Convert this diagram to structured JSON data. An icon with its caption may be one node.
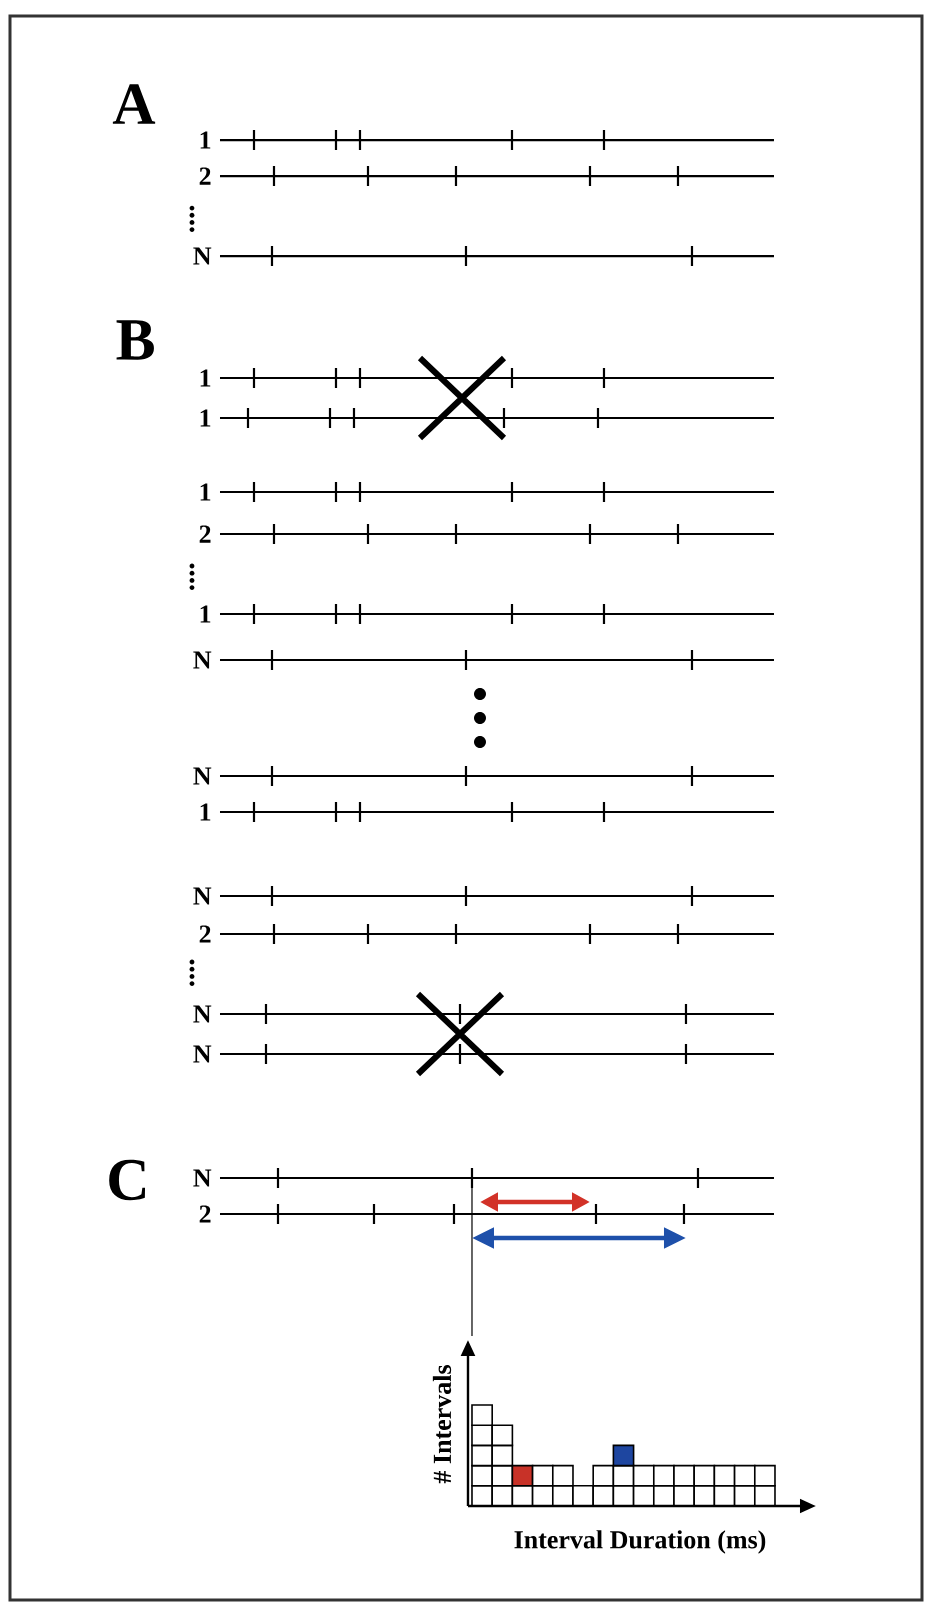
{
  "diagram": {
    "labels": [
      "A",
      "1",
      "2",
      "N",
      "B",
      "1",
      "1",
      "1",
      "2",
      "1",
      "N",
      "N",
      "1",
      "N",
      "2",
      "N",
      "N",
      "C",
      "N",
      "2",
      "# Intervals",
      "Interval Duration (ms)"
    ]
  }
}
